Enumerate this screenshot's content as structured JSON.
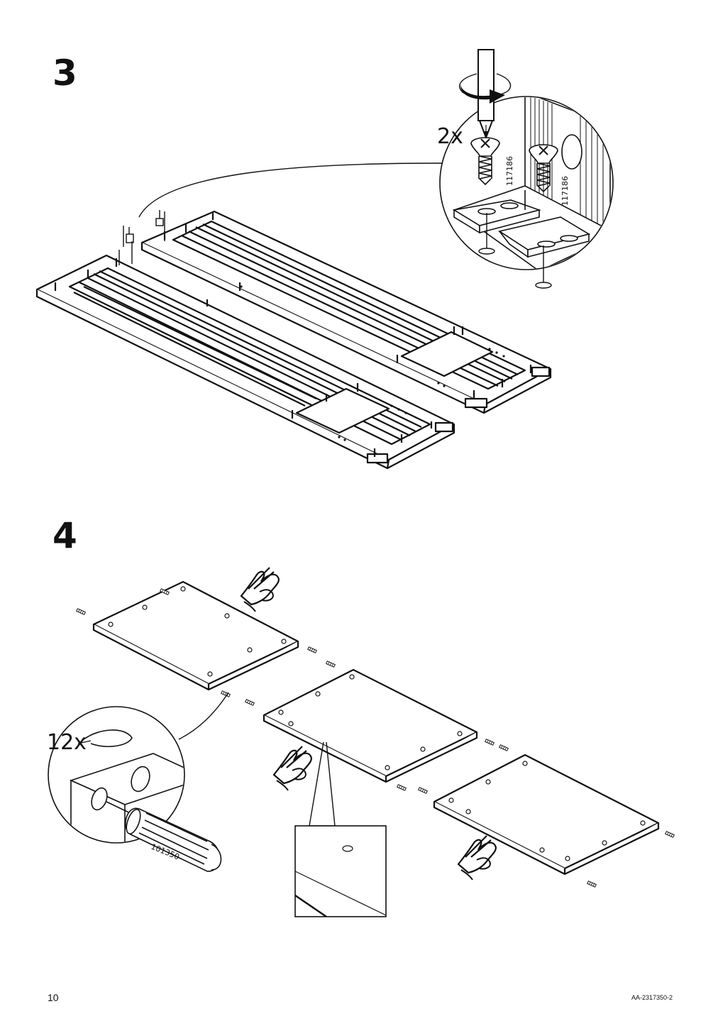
{
  "page": {
    "number": "10",
    "doc_code": "AA-2317350-2"
  },
  "step3": {
    "number": "3",
    "quantity": "2x",
    "screw_part_number": "117186"
  },
  "step4": {
    "number": "4",
    "quantity": "12x",
    "dowel_part_number": "101350"
  },
  "icons": [
    "screwdriver-icon",
    "rotation-arrow-icon",
    "screw-icon",
    "dowel-icon",
    "hand-pointer-icon"
  ]
}
